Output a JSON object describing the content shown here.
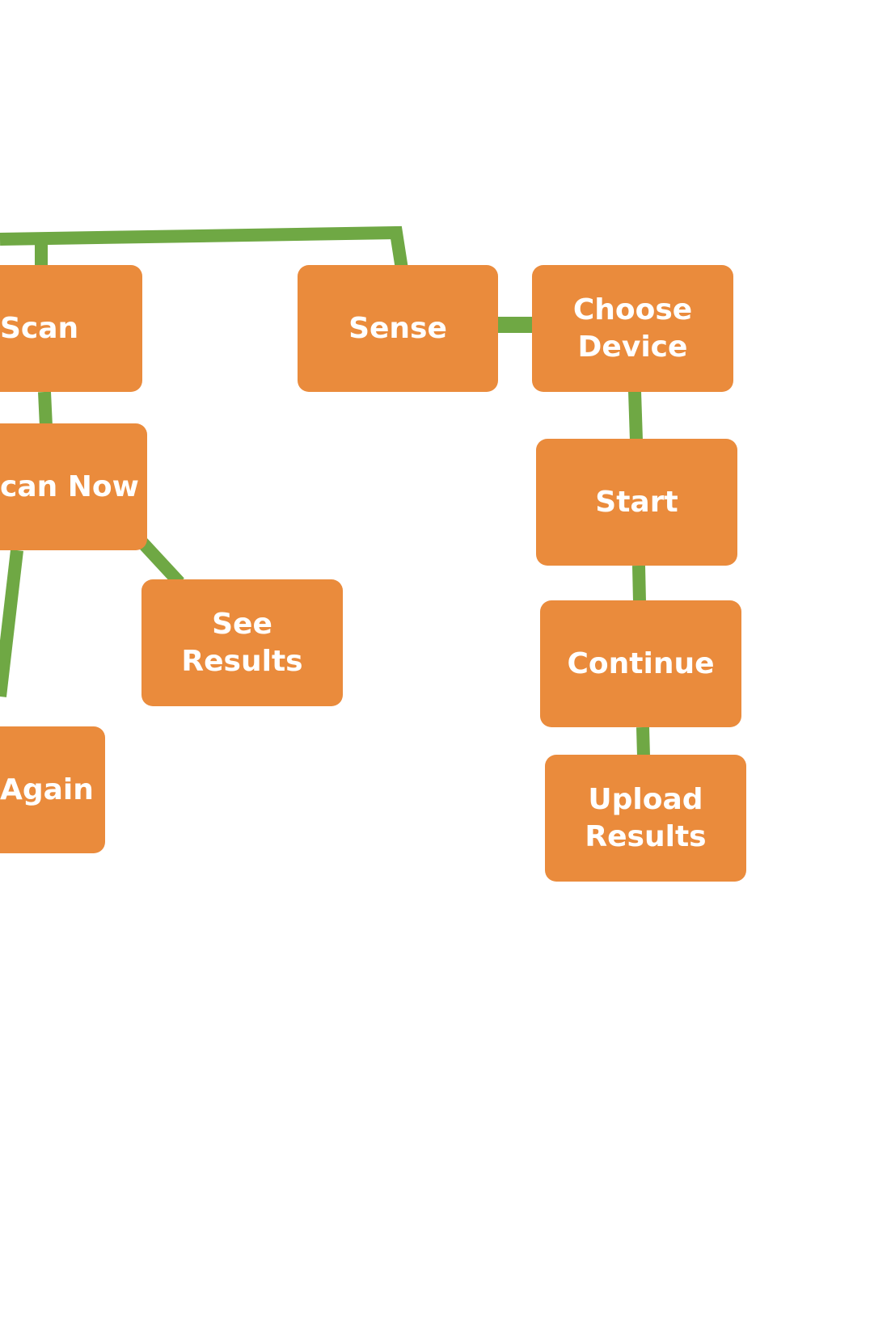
{
  "colors": {
    "node_fill": "#EA8B3C",
    "connector": "#6FA844",
    "node_text": "#FFFFFF",
    "background": "#FFFFFF"
  },
  "nodes": {
    "scan": {
      "label": "Scan"
    },
    "sense": {
      "label": "Sense"
    },
    "choose_device": {
      "label": "Choose\nDevice"
    },
    "scan_now": {
      "label": "can Now"
    },
    "start": {
      "label": "Start"
    },
    "see_results": {
      "label": "See Results"
    },
    "continue": {
      "label": "Continue"
    },
    "again": {
      "label": "Again"
    },
    "upload_results": {
      "label": "Upload\nResults"
    }
  }
}
